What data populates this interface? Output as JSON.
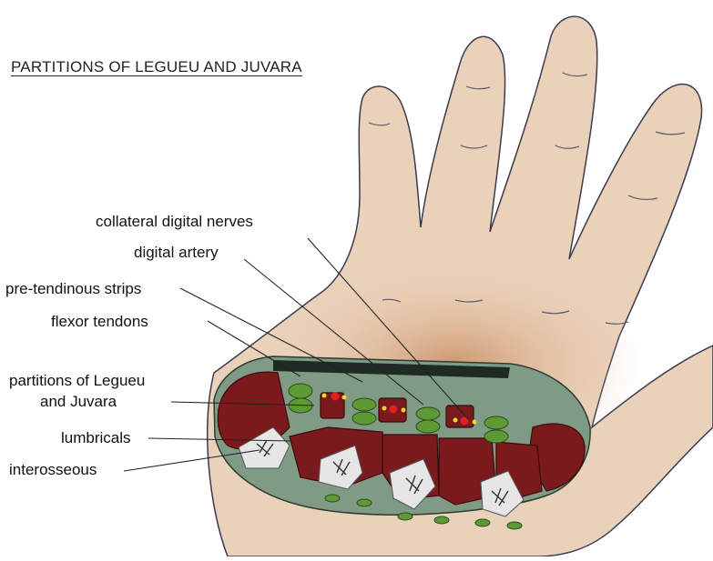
{
  "title": "PARTITIONS OF LEGUEU AND JUVARA",
  "labels": {
    "collateral_nerves": "collateral digital nerves",
    "digital_artery": "digital artery",
    "pretendinous_strips": "pre-tendinous strips",
    "flexor_tendons": "flexor tendons",
    "partitions_line1": "partitions of Legueu",
    "partitions_line2": "and Juvara",
    "lumbricals": "lumbricals",
    "interosseous": "interosseous"
  },
  "colors": {
    "skin": "#e9cdb4",
    "skin_shadow": "#d9ab87",
    "muscle": "#7a1a1c",
    "tendon_green": "#5d9a35",
    "fascia_green": "#7f9b86",
    "bone": "#e6e6e6",
    "artery": "#e0201f",
    "nerve": "#f2d52a"
  }
}
